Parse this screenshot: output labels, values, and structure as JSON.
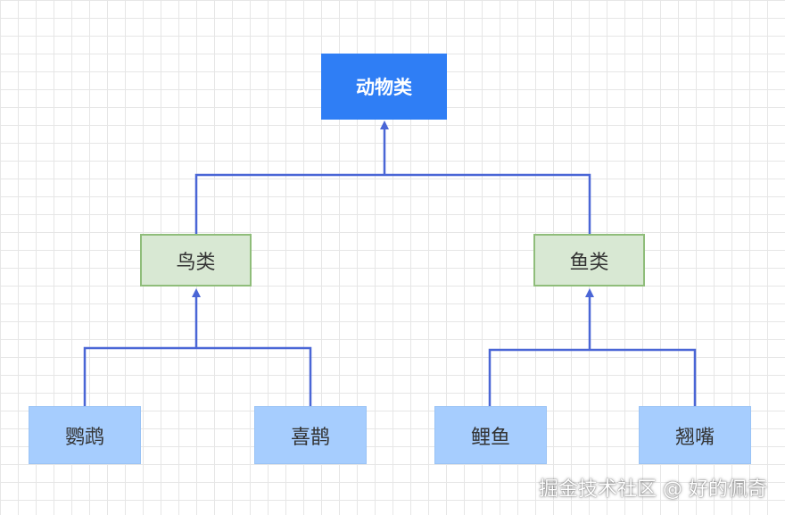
{
  "diagram": {
    "root": {
      "label": "动物类"
    },
    "groups": [
      {
        "label": "鸟类",
        "children": [
          {
            "label": "鹦鹉"
          },
          {
            "label": "喜鹊"
          }
        ]
      },
      {
        "label": "鱼类",
        "children": [
          {
            "label": "鲤鱼"
          },
          {
            "label": "翘嘴"
          }
        ]
      }
    ]
  },
  "watermark": "掘金技术社区 @ 好的佩奇",
  "colors": {
    "root_fill": "#2f7ef5",
    "group_fill": "#d8e8d3",
    "group_border": "#8fbd7a",
    "leaf_fill": "#a6cdfe",
    "connector": "#4a66d6",
    "grid": "#e6e6e6"
  }
}
